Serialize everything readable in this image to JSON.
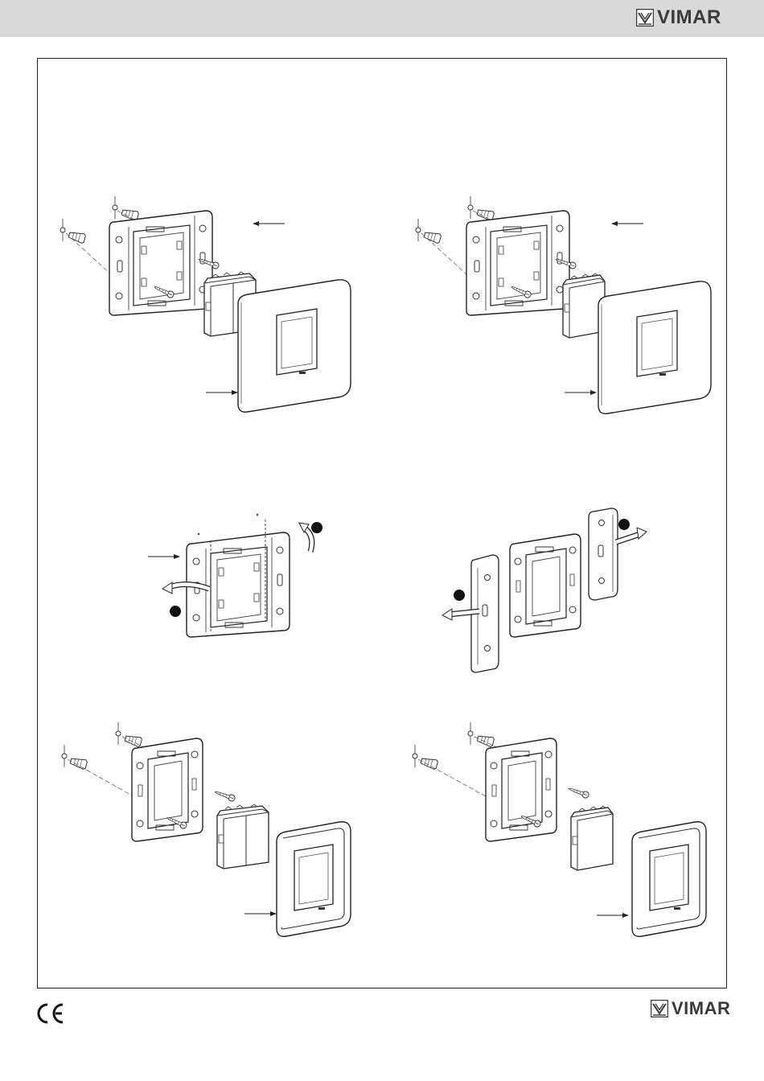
{
  "header": {
    "brand": "VIMAR",
    "brand_color": "#3a3a3a",
    "bar_color": "#d9d9d9"
  },
  "footer": {
    "brand": "VIMAR",
    "ce_mark": "CE"
  },
  "figures": {
    "count": 6,
    "icons": [
      "wall-plug-icon",
      "screw-icon",
      "mounting-frame-icon",
      "switch-module-icon",
      "cover-plate-icon",
      "pointer-arrow-icon",
      "rotate-arrow-icon",
      "step-bullet-icon"
    ]
  }
}
